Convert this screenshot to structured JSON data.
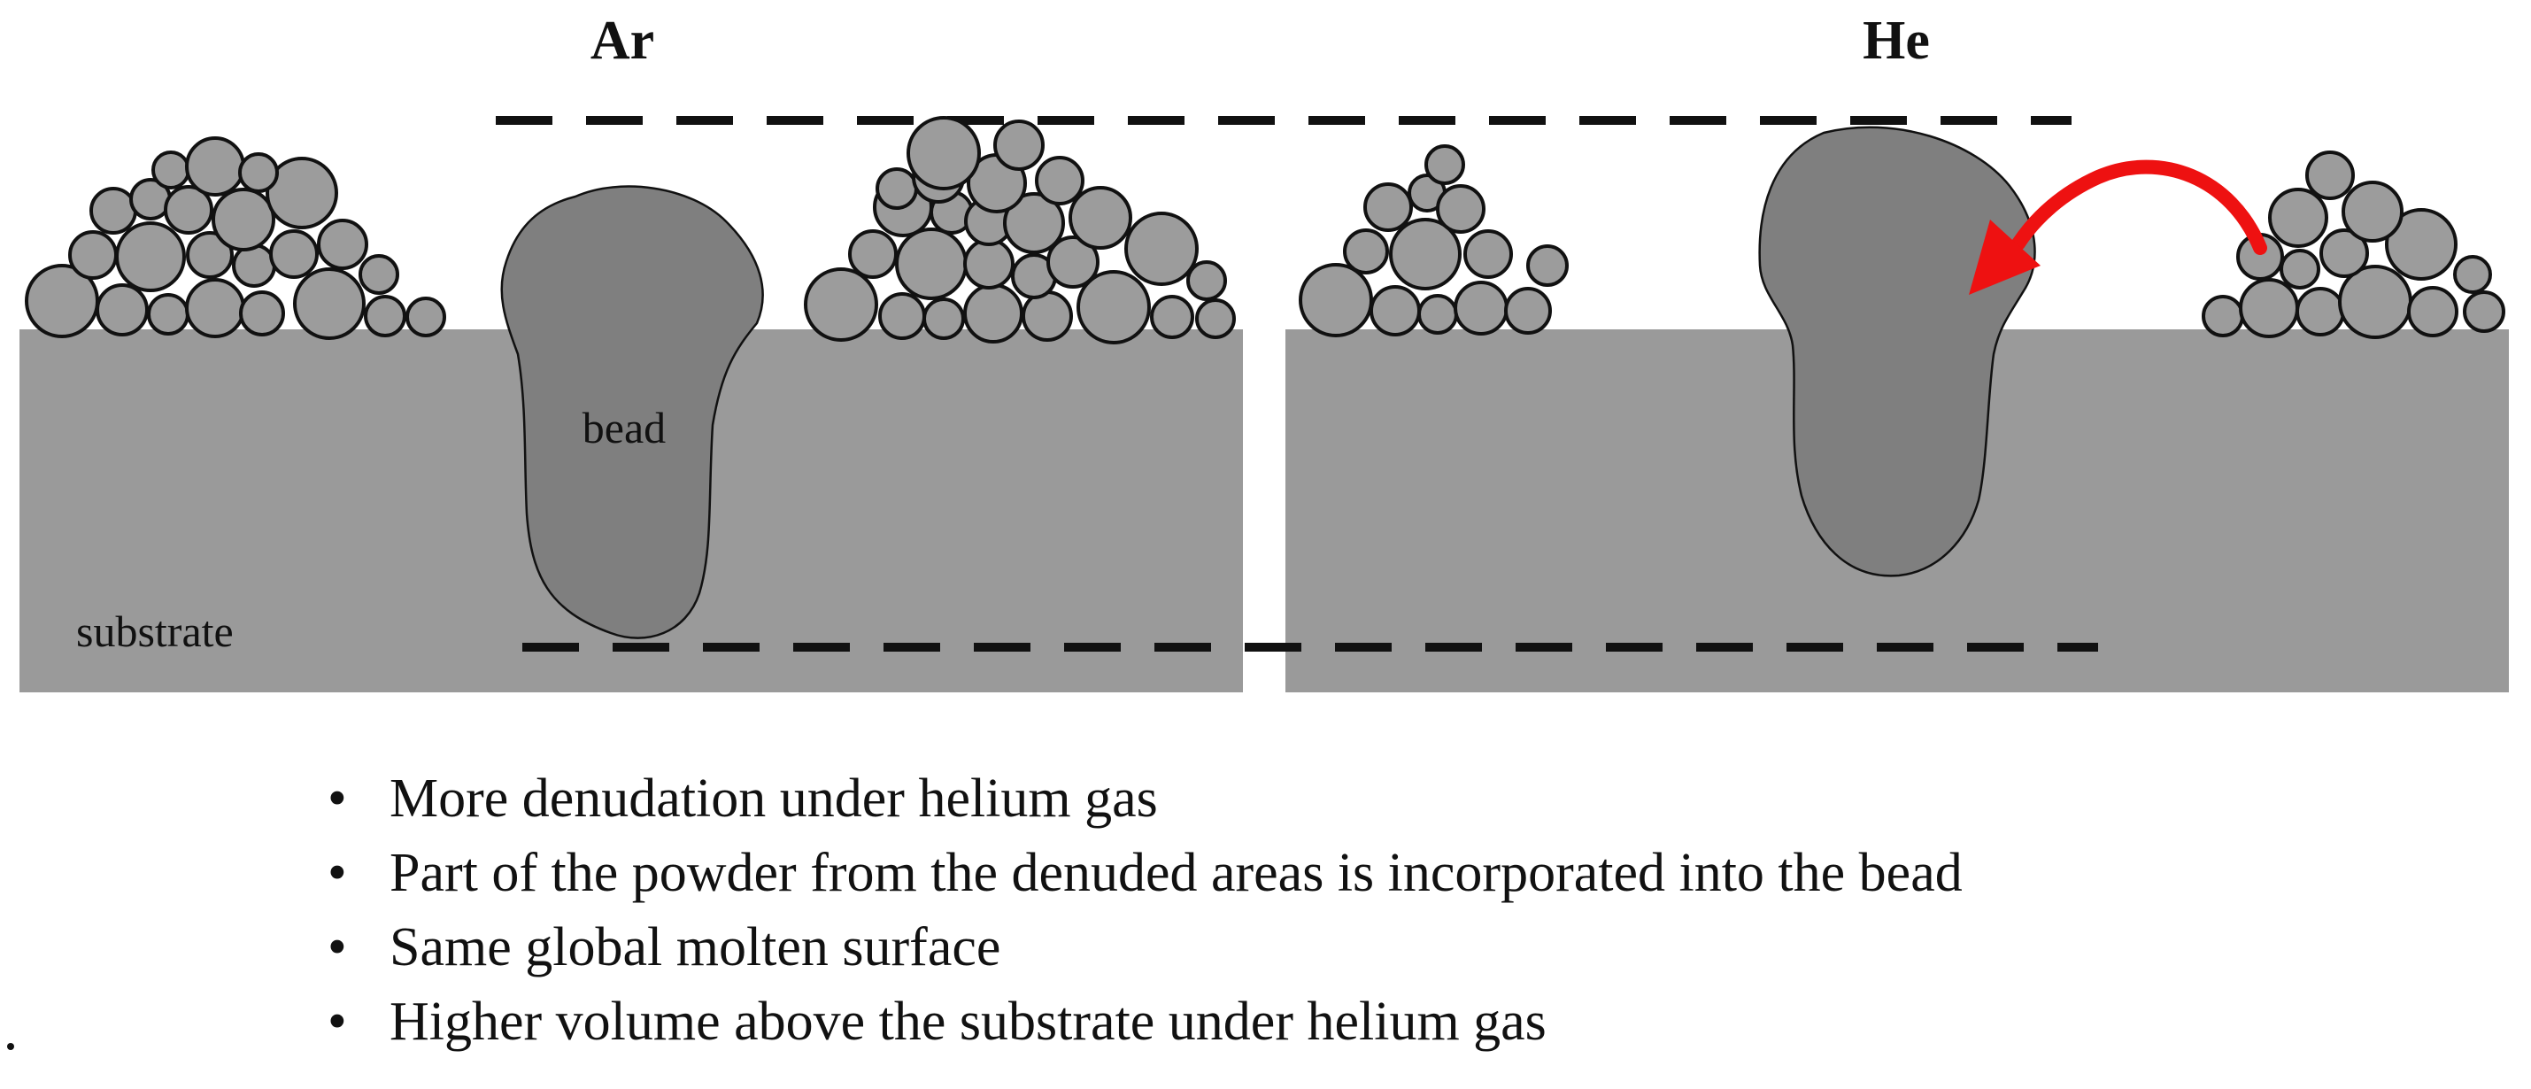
{
  "labels": {
    "left_title": "Ar",
    "right_title": "He",
    "bead": "bead",
    "substrate": "substrate"
  },
  "bullets": [
    "More denudation under helium gas",
    "Part of the powder from the denuded areas is incorporated into the bead",
    "Same global molten surface",
    "Higher volume above the substrate under helium gas"
  ],
  "colors": {
    "substrate": "#9a9a9a",
    "bead": "#7f7f7f",
    "particle": "#9c9c9c",
    "outline": "#111111",
    "arrow": "#ee1111",
    "dashed_line": "#111111"
  }
}
